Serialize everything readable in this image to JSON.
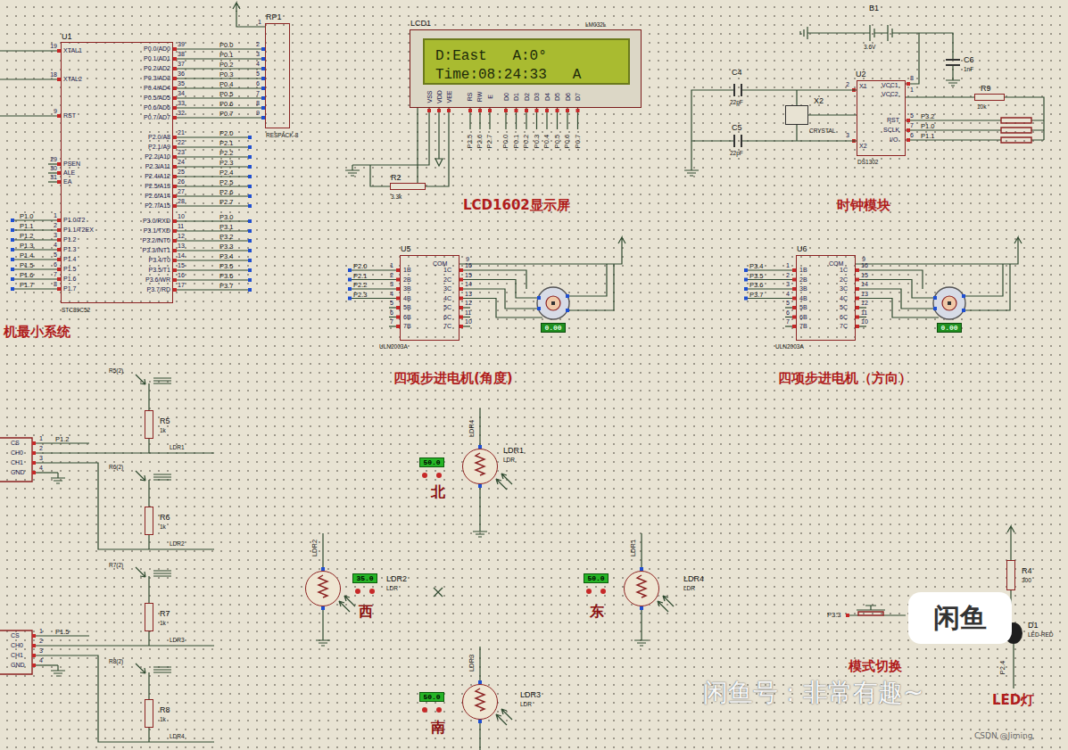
{
  "diagram": {
    "nodes": [
      {
        "text": [
          "U1",
          "STC89C52"
        ]
      },
      {
        "text": [
          "RP1",
          "RESPACK-8"
        ]
      },
      {
        "text": [
          "LCD1",
          "LM032L"
        ]
      },
      {
        "text": [
          "D:East   A:0°",
          "Time:08:24:33   A"
        ],
        "in": 2
      },
      {
        "text": [
          "R2",
          "3.3k"
        ]
      },
      {
        "text": [
          "B1",
          "3.6V"
        ]
      },
      {
        "text": [
          "C4",
          "22pF"
        ]
      },
      {
        "text": [
          "C5",
          "22pF"
        ]
      },
      {
        "text": [
          "X2",
          "CRYSTAL"
        ]
      },
      {
        "text": [
          "U2",
          "DS1302"
        ]
      },
      {
        "text": [
          "C6",
          "1nF"
        ]
      },
      {
        "text": [
          "R9",
          "10k"
        ]
      },
      {
        "text": [
          "U5",
          "ULN2003A"
        ]
      },
      {
        "text": [
          "0.00"
        ]
      },
      {
        "text": [
          "U6",
          "ULN2003A"
        ]
      },
      {
        "text": [
          "0.00"
        ]
      },
      {
        "text": [
          "R5",
          "1k"
        ]
      },
      {
        "text": [
          "R6",
          "1k"
        ]
      },
      {
        "text": [
          "R7",
          "1k"
        ]
      },
      {
        "text": [
          "R8",
          "1k"
        ]
      },
      {
        "text": [
          "LDR1",
          "LDR"
        ]
      },
      {
        "text": [
          "50.0"
        ]
      },
      {
        "text": [
          "LDR2",
          "LDR"
        ]
      },
      {
        "text": [
          "35.0"
        ]
      },
      {
        "text": [
          "LDR4",
          "LDR"
        ]
      },
      {
        "text": [
          "50.0"
        ]
      },
      {
        "text": [
          "LDR3",
          "LDR"
        ]
      },
      {
        "text": [
          "50.0"
        ]
      },
      {
        "text": [
          "R4",
          "300"
        ]
      },
      {
        "text": [
          "D1",
          "LED-RED"
        ]
      },
      {
        "text": [
          "闲鱼"
        ]
      }
    ],
    "edges": [
      {
        "from": 4,
        "to": 2,
        "arrow": "none"
      },
      {
        "from": 6,
        "to": 9,
        "arrow": "none"
      },
      {
        "from": 7,
        "to": 9,
        "arrow": "none"
      },
      {
        "from": 8,
        "to": 9,
        "arrow": "none"
      },
      {
        "from": 11,
        "to": 9,
        "arrow": "none"
      },
      {
        "from": 5,
        "to": 10,
        "arrow": "none"
      },
      {
        "from": 28,
        "to": 29,
        "arrow": "none"
      }
    ],
    "labels": [
      "XTAL1",
      "XTAL2",
      "RST",
      "PSEN",
      "ALE",
      "EA",
      "P1.0/T2",
      "P1.1/T2EX",
      "P1.2",
      "P1.3",
      "P1.4",
      "P1.5",
      "P1.6",
      "P1.7",
      "19",
      "18",
      "9",
      "29",
      "30",
      "31",
      "1",
      "2",
      "3",
      "4",
      "5",
      "6",
      "7",
      "8",
      "P1.0",
      "P1.1",
      "P1.2",
      "P1.3",
      "P1.4",
      "P1.5",
      "P1.6",
      "P1.7",
      "P0.0/AD0",
      "P0.1/AD1",
      "P0.2/AD2",
      "P0.3/AD3",
      "P0.4/AD4",
      "P0.5/AD5",
      "P0.6/AD6",
      "P0.7/AD7",
      "P2.0/A8",
      "P2.1/A9",
      "P2.2/A10",
      "P2.3/A11",
      "P2.4/A12",
      "P2.5/A13",
      "P2.6/A14",
      "P2.7/A15",
      "P3.0/RXD",
      "P3.1/TXD",
      "P3.2/INT0",
      "P3.3/INT1",
      "P3.4/T0",
      "P3.5/T1",
      "P3.6/WR",
      "P3.7/RD",
      "39",
      "38",
      "37",
      "36",
      "35",
      "34",
      "33",
      "32",
      "21",
      "22",
      "23",
      "24",
      "25",
      "26",
      "27",
      "28",
      "10",
      "11",
      "12",
      "13",
      "14",
      "15",
      "16",
      "17",
      "P0.0",
      "P0.1",
      "P0.2",
      "P0.3",
      "P0.4",
      "P0.5",
      "P0.6",
      "P0.7",
      "P2.0",
      "P2.1",
      "P2.2",
      "P2.3",
      "P2.4",
      "P2.5",
      "P2.6",
      "P2.7",
      "P3.0",
      "P3.1",
      "P3.2",
      "P3.3",
      "P3.4",
      "P3.5",
      "P3.6",
      "P3.7",
      "1",
      "2",
      "3",
      "4",
      "5",
      "6",
      "7",
      "8",
      "9",
      "VSS",
      "VDD",
      "VEE",
      "RS",
      "RW",
      "E",
      "D0",
      "D1",
      "D2",
      "D3",
      "D4",
      "D5",
      "D6",
      "D7",
      "P2.5",
      "P2.6",
      "P2.7",
      "P0.0",
      "P0.1",
      "P0.2",
      "P0.3",
      "P0.4",
      "P0.5",
      "P0.6",
      "P0.7",
      "X1",
      "X2",
      "VCC1",
      "VCC2",
      "RST",
      "SCLK",
      "I/O",
      "2",
      "3",
      "8",
      "1",
      "5",
      "7",
      "6",
      "P3.2",
      "P1.0",
      "P1.1",
      "COM",
      "1B",
      "2B",
      "3B",
      "4B",
      "5B",
      "6B",
      "7B",
      "1C",
      "2C",
      "3C",
      "4C",
      "5C",
      "6C",
      "7C",
      "1",
      "2",
      "3",
      "4",
      "5",
      "6",
      "7",
      "9",
      "16",
      "15",
      "14",
      "13",
      "12",
      "11",
      "10",
      "P2.0",
      "P2.1",
      "P2.2",
      "P2.3",
      "COM",
      "1B",
      "2B",
      "3B",
      "4B",
      "5B",
      "6B",
      "7B",
      "1C",
      "2C",
      "3C",
      "4C",
      "5C",
      "6C",
      "7C",
      "1",
      "2",
      "3",
      "4",
      "5",
      "6",
      "7",
      "9",
      "16",
      "15",
      "14",
      "13",
      "12",
      "11",
      "10",
      "P3.4",
      "P3.5",
      "P3.6",
      "P3.7",
      "CS",
      "CH0",
      "CH1",
      "GND",
      "1",
      "2",
      "3",
      "4",
      "P1.2",
      "CS",
      "CH0",
      "CH1",
      "GND",
      "1",
      "2",
      "3",
      "4",
      "P1.5",
      "R5(2)",
      "LDR1",
      "R6(2)",
      "LDR2",
      "R7(2)",
      "LDR3",
      "R8(2)",
      "LDR4",
      "LDR4",
      "北",
      "LDR2",
      "西",
      "LDR1",
      "东",
      "LDR3",
      "南",
      "P3.3",
      "P2.4",
      "机最小系统",
      "LCD1602显示屏",
      "时钟模块",
      "四项步进电机(角度)",
      "四项步进电机（方向）",
      "模式切换",
      "LED灯",
      "闲鱼号：非常有趣~",
      "CSDN @Jiming"
    ]
  }
}
